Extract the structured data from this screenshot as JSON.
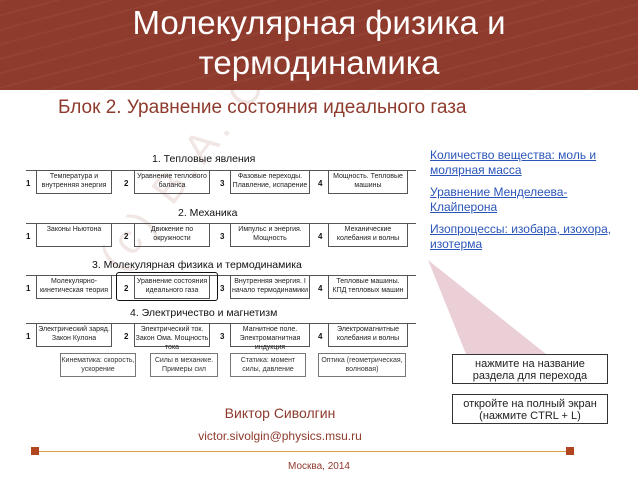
{
  "title": {
    "line1": "Молекулярная физика и",
    "line2": "термодинамика"
  },
  "subtitle": "Блок 2. Уравнение состояния идеального газа",
  "watermark": "(c) В.А. Сиволгин",
  "diagram": {
    "sections": [
      {
        "title": "1. Тепловые явления",
        "cells": [
          {
            "num": "1",
            "text": "Температура и внутренняя энергия"
          },
          {
            "num": "2",
            "text": "Уравнение теплового баланса"
          },
          {
            "num": "3",
            "text": "Фазовые переходы. Плавление, испарение"
          },
          {
            "num": "4",
            "text": "Мощность. Тепловые машины"
          }
        ]
      },
      {
        "title": "2. Механика",
        "cells": [
          {
            "num": "1",
            "text": "Законы Ньютона"
          },
          {
            "num": "2",
            "text": "Движение по окружности"
          },
          {
            "num": "3",
            "text": "Импульс и энергия. Мощность"
          },
          {
            "num": "4",
            "text": "Механические колебания и волны"
          }
        ]
      },
      {
        "title": "3. Молекулярная физика и термодинамика",
        "cells": [
          {
            "num": "1",
            "text": "Молекулярно-кинетическая теория"
          },
          {
            "num": "2",
            "text": "Уравнение состояния идеального газа"
          },
          {
            "num": "3",
            "text": "Внутренняя энергия. I начало термодинамики"
          },
          {
            "num": "4",
            "text": "Тепловые машины. КПД тепловых машин"
          }
        ]
      },
      {
        "title": "4. Электричество и магнетизм",
        "cells": [
          {
            "num": "1",
            "text": "Электрический заряд. Закон Кулона"
          },
          {
            "num": "2",
            "text": "Электрический ток. Закон Ома. Мощность тока"
          },
          {
            "num": "3",
            "text": "Магнитное поле. Электромагнитная индукция"
          },
          {
            "num": "4",
            "text": "Электромагнитные колебания и волны"
          }
        ]
      }
    ],
    "bottom": [
      {
        "text": "Кинематика: скорость, ускорение"
      },
      {
        "text": "Силы в механике. Примеры сил"
      },
      {
        "text": "Статика: момент силы, давление"
      },
      {
        "text": "Оптика (геометрическая, волновая)"
      }
    ]
  },
  "links": [
    "Количество вещества: моль и молярная масса",
    "Уравнение Менделеева-Клайперона",
    "Изопроцессы: изобара, изохора, изотерма"
  ],
  "notes": {
    "note1": "нажмите на название раздела для перехода",
    "note2": "откройте на полный экран (нажмите CTRL + L)"
  },
  "author": "Виктор Сиволгин",
  "email": "victor.sivolgin@physics.msu.ru",
  "city": "Москва, 2014",
  "colors": {
    "accent": "#8e3a2c",
    "link": "#2a55b8",
    "footer_line": "#d6a04a"
  }
}
